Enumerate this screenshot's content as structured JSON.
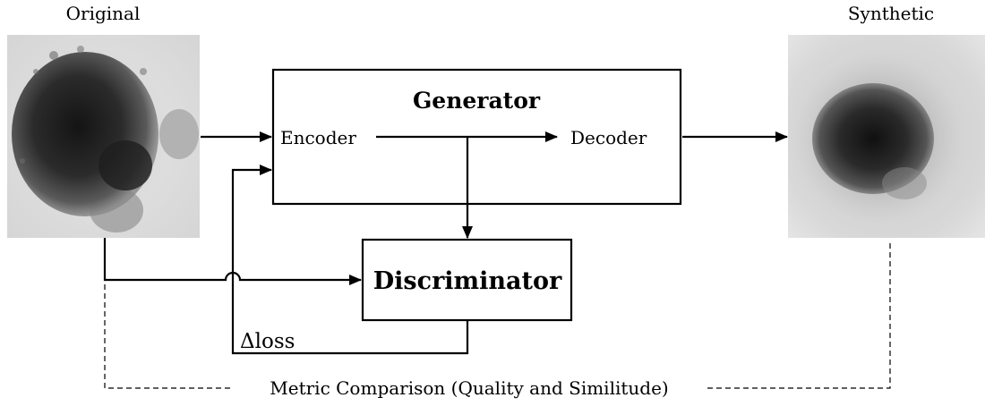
{
  "images": {
    "original": {
      "caption": "Original"
    },
    "synthetic": {
      "caption": "Synthetic"
    }
  },
  "generator": {
    "title": "Generator",
    "encoder": "Encoder",
    "decoder": "Decoder"
  },
  "discriminator": {
    "title": "Discriminator"
  },
  "loss": {
    "label": "Δloss"
  },
  "metric": {
    "label": "Metric Comparison (Quality and Similitude)"
  }
}
